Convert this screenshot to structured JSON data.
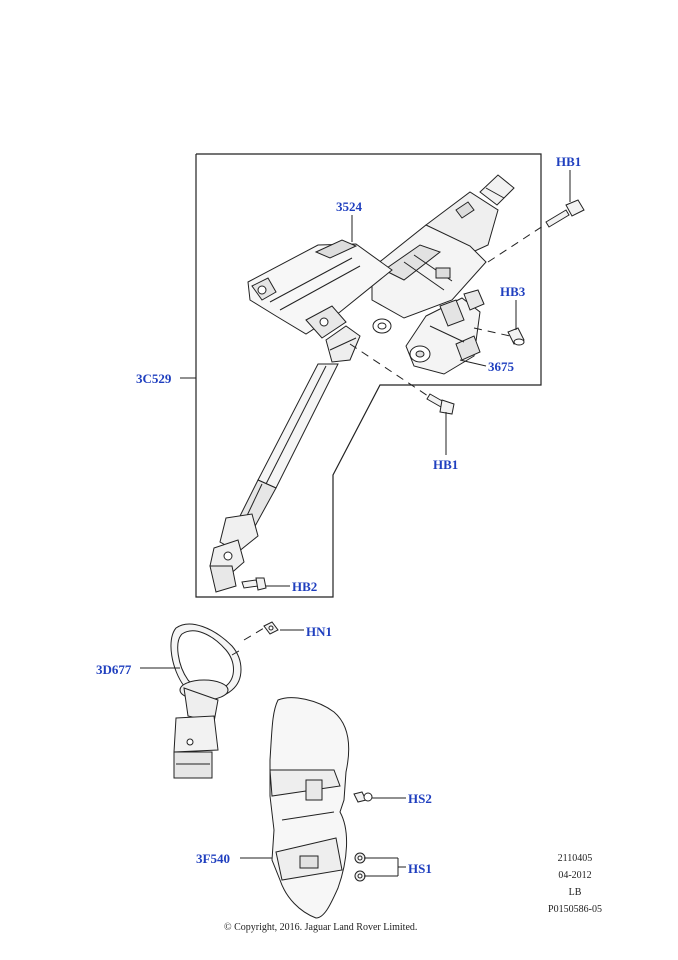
{
  "callouts": {
    "c3524": "3524",
    "chb1_top": "HB1",
    "chb3": "HB3",
    "c3675": "3675",
    "c3c529": "3C529",
    "chb1_mid": "HB1",
    "chb2": "HB2",
    "chn1": "HN1",
    "c3d677": "3D677",
    "chs2": "HS2",
    "c3f540": "3F540",
    "chs1": "HS1"
  },
  "meta": {
    "code": "2110405",
    "date": "04-2012",
    "region": "LB",
    "ref": "P0150586-05"
  },
  "copyright": "© Copyright, 2016. Jaguar Land Rover Limited.",
  "colors": {
    "callout": "#1f3fbf",
    "line": "#222222"
  }
}
